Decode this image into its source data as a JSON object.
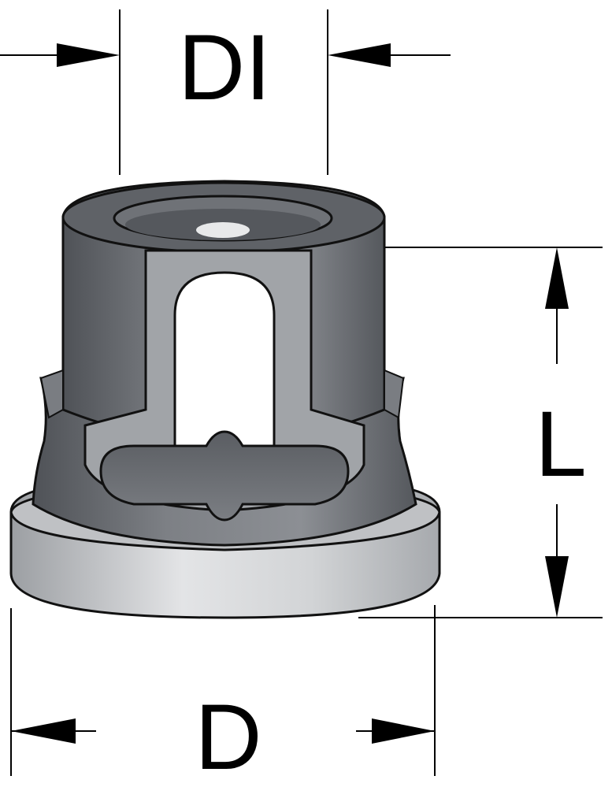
{
  "labels": {
    "inner_diameter": "DI",
    "length": "L",
    "outer_diameter": "D"
  },
  "colors": {
    "body_dark": "#6a6d72",
    "body_mid": "#8a8d92",
    "cut_face": "#9fa2a6",
    "flange": "#c9cbce",
    "outline": "#111111",
    "line": "#000000"
  }
}
